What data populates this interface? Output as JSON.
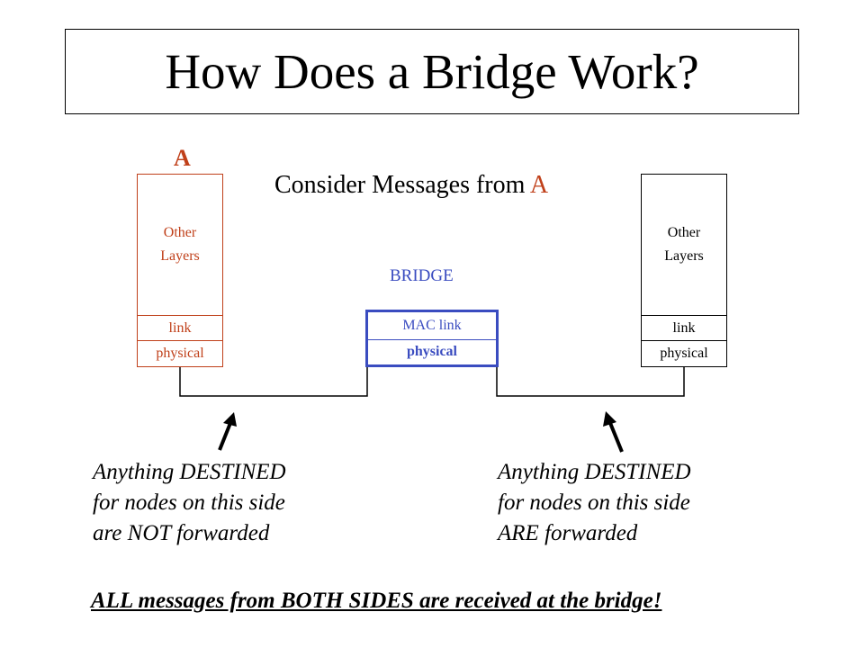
{
  "title": "How Does a Bridge Work?",
  "node_a_label": "A",
  "consider": {
    "prefix": "Consider Messages  from ",
    "highlight": "A"
  },
  "left_stack": {
    "other": [
      "Other",
      "Layers"
    ],
    "link": "link",
    "physical": "physical"
  },
  "right_stack": {
    "other": [
      "Other",
      "Layers"
    ],
    "link": "link",
    "physical": "physical"
  },
  "bridge": {
    "label": "BRIDGE",
    "mac_link": "MAC link",
    "physical": "physical"
  },
  "caption_left": [
    "Anything DESTINED",
    "for nodes on this side",
    "are NOT forwarded"
  ],
  "caption_right": [
    "Anything DESTINED",
    "for nodes on this side",
    "ARE forwarded"
  ],
  "footer": "ALL messages from BOTH SIDES are received at the bridge!",
  "colors": {
    "node_a": "#c0401a",
    "bridge": "#3a4cc0",
    "text": "#000000"
  }
}
